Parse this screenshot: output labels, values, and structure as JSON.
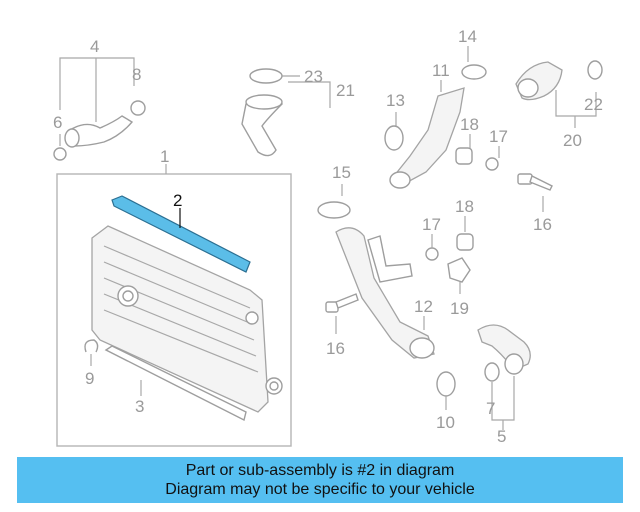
{
  "diagram": {
    "callouts": {
      "c1": "1",
      "c2": "2",
      "c3": "3",
      "c4": "4",
      "c5": "5",
      "c6": "6",
      "c7": "7",
      "c8": "8",
      "c9": "9",
      "c10": "10",
      "c11": "11",
      "c12": "12",
      "c13": "13",
      "c14": "14",
      "c15": "15",
      "c16a": "16",
      "c16b": "16",
      "c17a": "17",
      "c17b": "17",
      "c18a": "18",
      "c18b": "18",
      "c19": "19",
      "c20": "20",
      "c21": "21",
      "c22": "22",
      "c23": "23"
    },
    "highlight_part": "2",
    "highlight_color": "#5bbde8",
    "banner_color": "#55bff1"
  },
  "banner": {
    "line1": "Part or sub-assembly is #2 in diagram",
    "line2": "Diagram may not be specific to your vehicle"
  }
}
